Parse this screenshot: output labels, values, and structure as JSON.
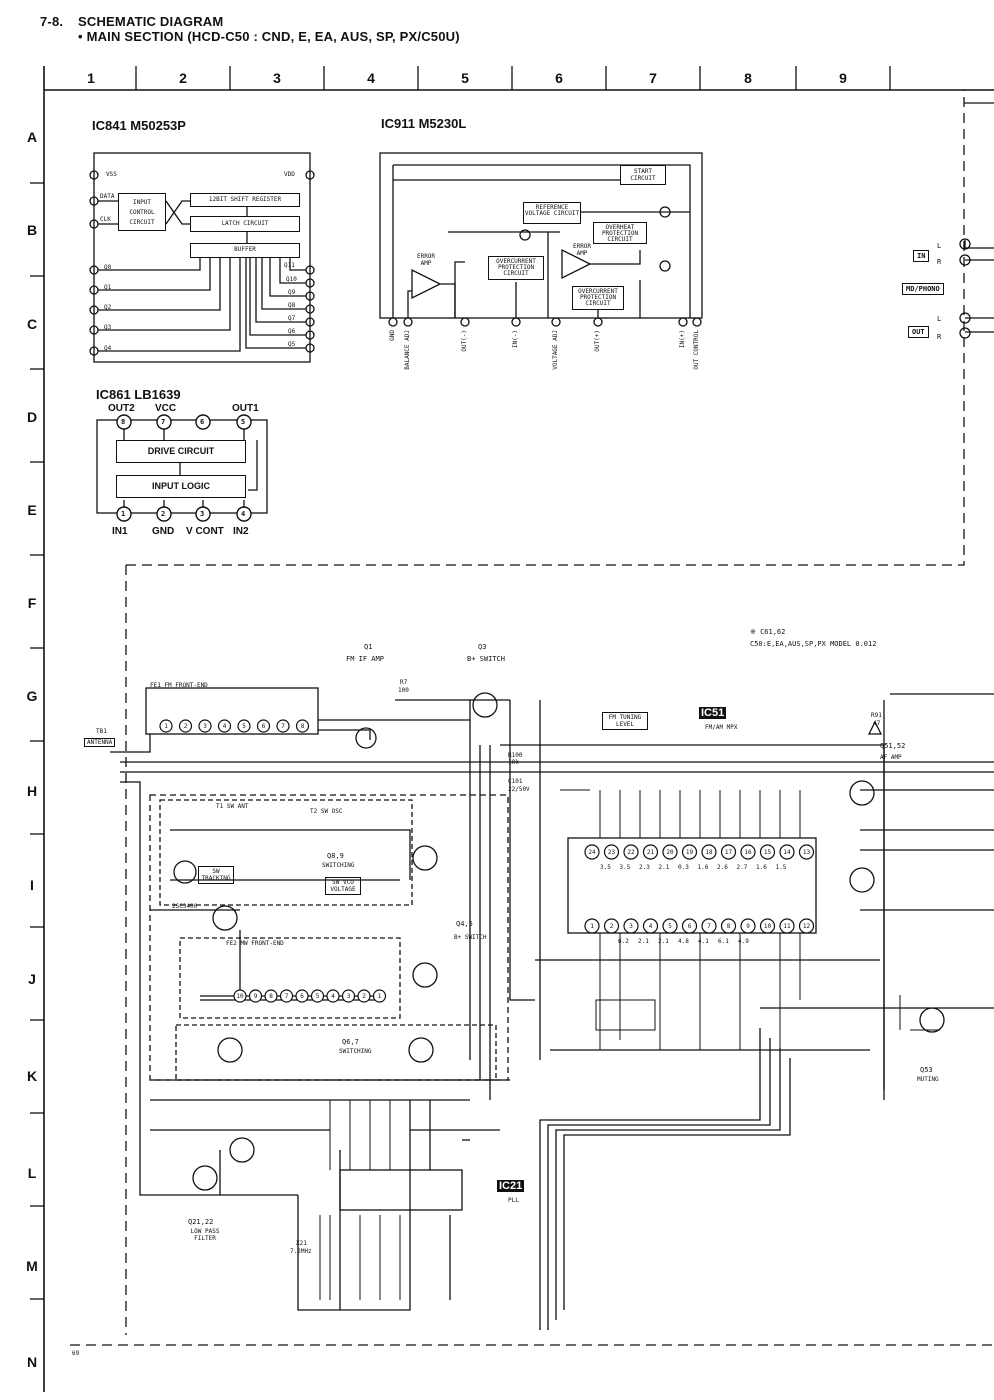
{
  "header": {
    "line1_num": "7-8.",
    "line1_title": "SCHEMATIC DIAGRAM",
    "line2": "• MAIN SECTION (HCD-C50 : CND, E, EA, AUS, SP, PX/C50U)"
  },
  "grid": {
    "columns": [
      "1",
      "2",
      "3",
      "4",
      "5",
      "6",
      "7",
      "8",
      "9"
    ],
    "rows": [
      "A",
      "B",
      "C",
      "D",
      "E",
      "F",
      "G",
      "H",
      "I",
      "J",
      "K",
      "L",
      "M",
      "N"
    ]
  },
  "ic841": {
    "title": "IC841 M50253P",
    "vss": "VSS",
    "vdd": "VDD",
    "data": "DATA",
    "clk": "CLK",
    "input_control": "INPUT CONTROL CIRCUIT",
    "shift_register": "12BIT SHIFT REGISTER",
    "latch": "LATCH CIRCUIT",
    "buffer": "BUFFER",
    "left_pins": [
      "Q0",
      "Q1",
      "Q2",
      "Q3",
      "Q4"
    ],
    "right_pins": [
      "Q11",
      "Q10",
      "Q9",
      "Q8",
      "Q7",
      "Q6",
      "Q5"
    ]
  },
  "ic911": {
    "title": "IC911 M5230L",
    "start": "START CIRCUIT",
    "reference": "REFERENCE VOLTAGE CIRCUIT",
    "overheat": "OVERHEAT PROTECTION CIRCUIT",
    "error_amp": "ERROR AMP",
    "overcurrent": "OVERCURRENT PROTECTION CIRCUIT",
    "pin_labels": [
      "GND",
      "BALANCE ADJ",
      "OUT(-)",
      "IN(-)",
      "VOLTAGE ADJ",
      "OUT(+)",
      "IN(+)",
      "OUT CONTROL"
    ]
  },
  "ic861": {
    "title": "IC861 LB1639",
    "top_labels": [
      "OUT2",
      "VCC",
      "OUT1"
    ],
    "top_pins": [
      "8",
      "7",
      "6",
      "5"
    ],
    "drive": "DRIVE CIRCUIT",
    "input_logic": "INPUT LOGIC",
    "bottom_pins": [
      "1",
      "2",
      "3",
      "4"
    ],
    "bottom_labels": [
      "IN1",
      "GND",
      "V CONT",
      "IN2"
    ]
  },
  "right_edge": {
    "in_label": "IN",
    "md_phono": "MD/PHONO",
    "out_label": "OUT",
    "l": "L",
    "r": "R"
  },
  "main": {
    "note_line1": "※ C61,62",
    "note_line2": "C50:E,EA,AUS,SP,PX MODEL 0.012",
    "q1": "Q1",
    "q1_desc": "FM IF AMP",
    "q3": "Q3",
    "q3_desc": "B+ SWITCH",
    "fe1": "FE1 FM FRONT-END",
    "tb1": "TB1",
    "antenna": "ANTENNA",
    "fm_tuning": "FM TUNING LEVEL",
    "ic51": "IC51",
    "ic51_desc": "FM/AM MPX",
    "q51_52": "Q51,52",
    "q51_desc": "AF AMP",
    "t1": "T1 SW ANT",
    "t2": "T2 SW OSC",
    "q89": "Q8,9",
    "q89_desc": "SWITCHING",
    "sw_vco": "SW VCO VOLTAGE",
    "sw_tracking": "SW TRACKING",
    "q45": "Q4,5",
    "q45_desc": "B+ SWITCH",
    "fe2": "FE2 MW FRONT-END",
    "q67": "Q6,7",
    "q67_desc": "SWITCHING",
    "q53": "Q53",
    "q53_desc": "MUTING",
    "ic21": "IC21",
    "ic21_desc": "PLL",
    "q2122": "Q21,22",
    "q2122_desc": "LOW PASS FILTER",
    "x21": "X21",
    "x21_freq": "7.2MHz",
    "q8_part": "2SC3400",
    "r7": "R7",
    "r7_val": "100",
    "r100": "R100",
    "r100_val": "10k",
    "c101": "C101",
    "c101_val": "22/50V",
    "r91": "R91",
    "r91_val": "47",
    "ic51_top_pins": [
      "24",
      "23",
      "22",
      "21",
      "20",
      "19",
      "18",
      "17",
      "16",
      "15",
      "14",
      "13"
    ],
    "ic51_bottom_pins": [
      "1",
      "2",
      "3",
      "4",
      "5",
      "6",
      "7",
      "8",
      "9",
      "10",
      "11",
      "12"
    ],
    "ic51_top_volts": [
      "3.5",
      "3.5",
      "2.3",
      "2.1",
      "0.3",
      "1.6",
      "2.6",
      "2.7",
      "1.6",
      "1.5"
    ],
    "ic51_bottom_volts": [
      "6.2",
      "2.1",
      "2.1",
      "4.8",
      "4.1",
      "6.1",
      "4.9"
    ],
    "fe1_pins": [
      "1",
      "2",
      "3",
      "4",
      "5",
      "6",
      "7",
      "8"
    ],
    "fe2_pins": [
      "10",
      "9",
      "8",
      "7",
      "6",
      "5",
      "4",
      "3",
      "2",
      "1"
    ],
    "page_no": "69"
  }
}
